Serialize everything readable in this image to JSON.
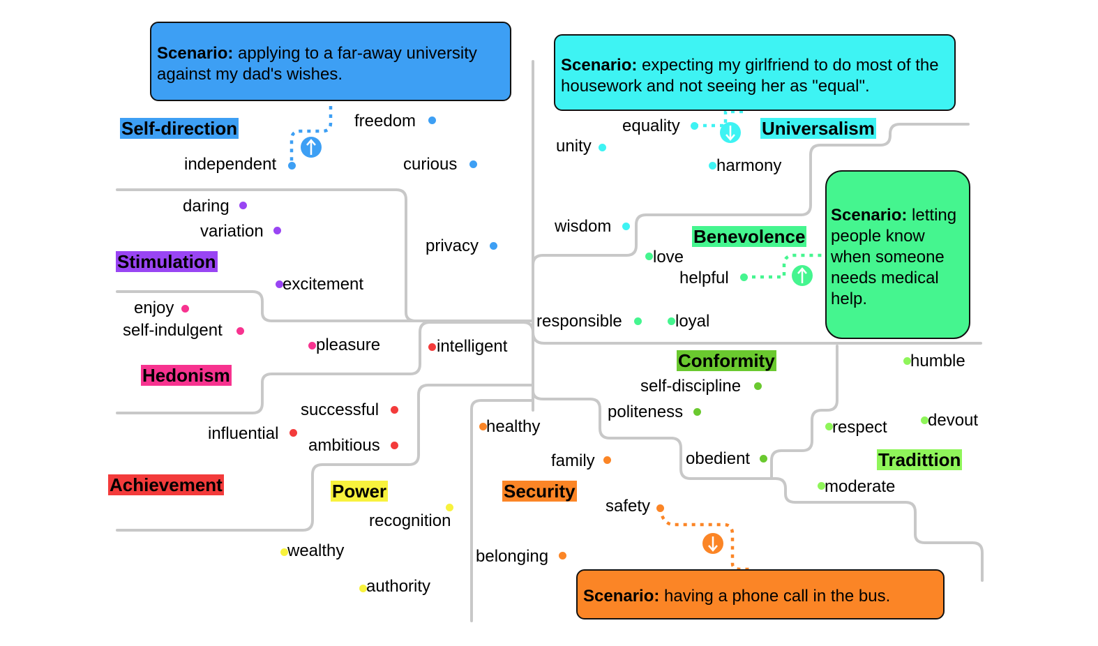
{
  "scenarios": {
    "self_direction": {
      "title": "Scenario:",
      "text": "applying to a far-away university against my dad's wishes.",
      "color": "#3d9ff4"
    },
    "universalism": {
      "title": "Scenario:",
      "text": "expecting my girlfriend to do most of the housework and not seeing her as \"equal\".",
      "color": "#3ef3f3"
    },
    "benevolence": {
      "title": "Scenario:",
      "text": "letting people know when someone needs medical help.",
      "color": "#45f58f"
    },
    "security": {
      "title": "Scenario:",
      "text": "having a phone call in the bus.",
      "color": "#fb8526"
    }
  },
  "categories": {
    "self_direction": {
      "label": "Self-direction",
      "color": "#3d9ff4"
    },
    "stimulation": {
      "label": "Stimulation",
      "color": "#9945f3"
    },
    "hedonism": {
      "label": "Hedonism",
      "color": "#f7338f"
    },
    "achievement": {
      "label": "Achievement",
      "color": "#f33b3b"
    },
    "power": {
      "label": "Power",
      "color": "#f8f23d"
    },
    "security": {
      "label": "Security",
      "color": "#fb8526"
    },
    "conformity": {
      "label": "Conformity",
      "color": "#6ac92f"
    },
    "tradition": {
      "label": "Tradittion",
      "color": "#8ff55a"
    },
    "benevolence": {
      "label": "Benevolence",
      "color": "#45f58f"
    },
    "universalism": {
      "label": "Universalism",
      "color": "#3ef3f3"
    }
  },
  "words": {
    "freedom": "freedom",
    "independent": "independent",
    "curious": "curious",
    "privacy": "privacy",
    "daring": "daring",
    "variation": "variation",
    "excitement": "excitement",
    "enjoy": "enjoy",
    "self_indulgent": "self-indulgent",
    "pleasure": "pleasure",
    "intelligent": "intelligent",
    "successful": "successful",
    "influential": "influential",
    "ambitious": "ambitious",
    "recognition": "recognition",
    "wealthy": "wealthy",
    "authority": "authority",
    "healthy": "healthy",
    "family": "family",
    "belonging": "belonging",
    "safety": "safety",
    "politeness": "politeness",
    "self_discipline": "self-discipline",
    "obedient": "obedient",
    "humble": "humble",
    "respect": "respect",
    "devout": "devout",
    "moderate": "moderate",
    "equality": "equality",
    "unity": "unity",
    "harmony": "harmony",
    "wisdom": "wisdom",
    "love": "love",
    "helpful": "helpful",
    "responsible": "responsible",
    "loyal": "loyal"
  },
  "line_color": "#c8c8c8"
}
